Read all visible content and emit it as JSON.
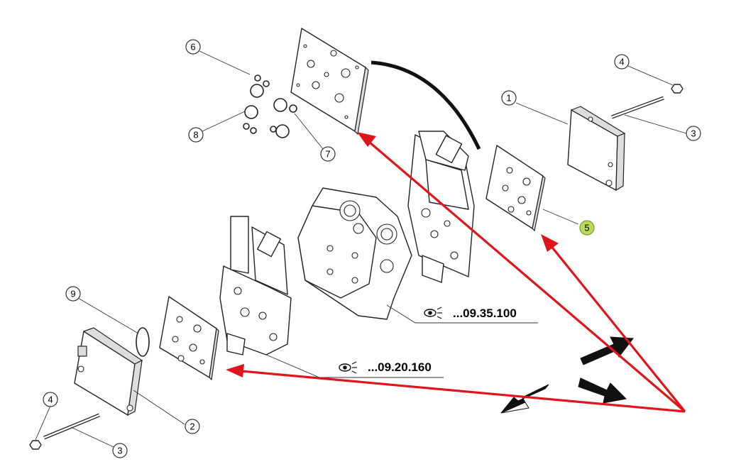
{
  "callouts": [
    {
      "id": "c6",
      "label": "6"
    },
    {
      "id": "c8",
      "label": "8"
    },
    {
      "id": "c7",
      "label": "7"
    },
    {
      "id": "c4a",
      "label": "4"
    },
    {
      "id": "c1",
      "label": "1"
    },
    {
      "id": "c3a",
      "label": "3"
    },
    {
      "id": "c5",
      "label": "5"
    },
    {
      "id": "c9",
      "label": "9"
    },
    {
      "id": "c4b",
      "label": "4"
    },
    {
      "id": "c2",
      "label": "2"
    },
    {
      "id": "c3b",
      "label": "3"
    }
  ],
  "references": {
    "upper": "...09.35.100",
    "lower": "...09.20.160"
  },
  "colors": {
    "annotation_arrow": "#e0151b",
    "highlight_callout": "#b7dc5a",
    "line_art": "#222222"
  },
  "icons": [
    "eye-icon"
  ]
}
